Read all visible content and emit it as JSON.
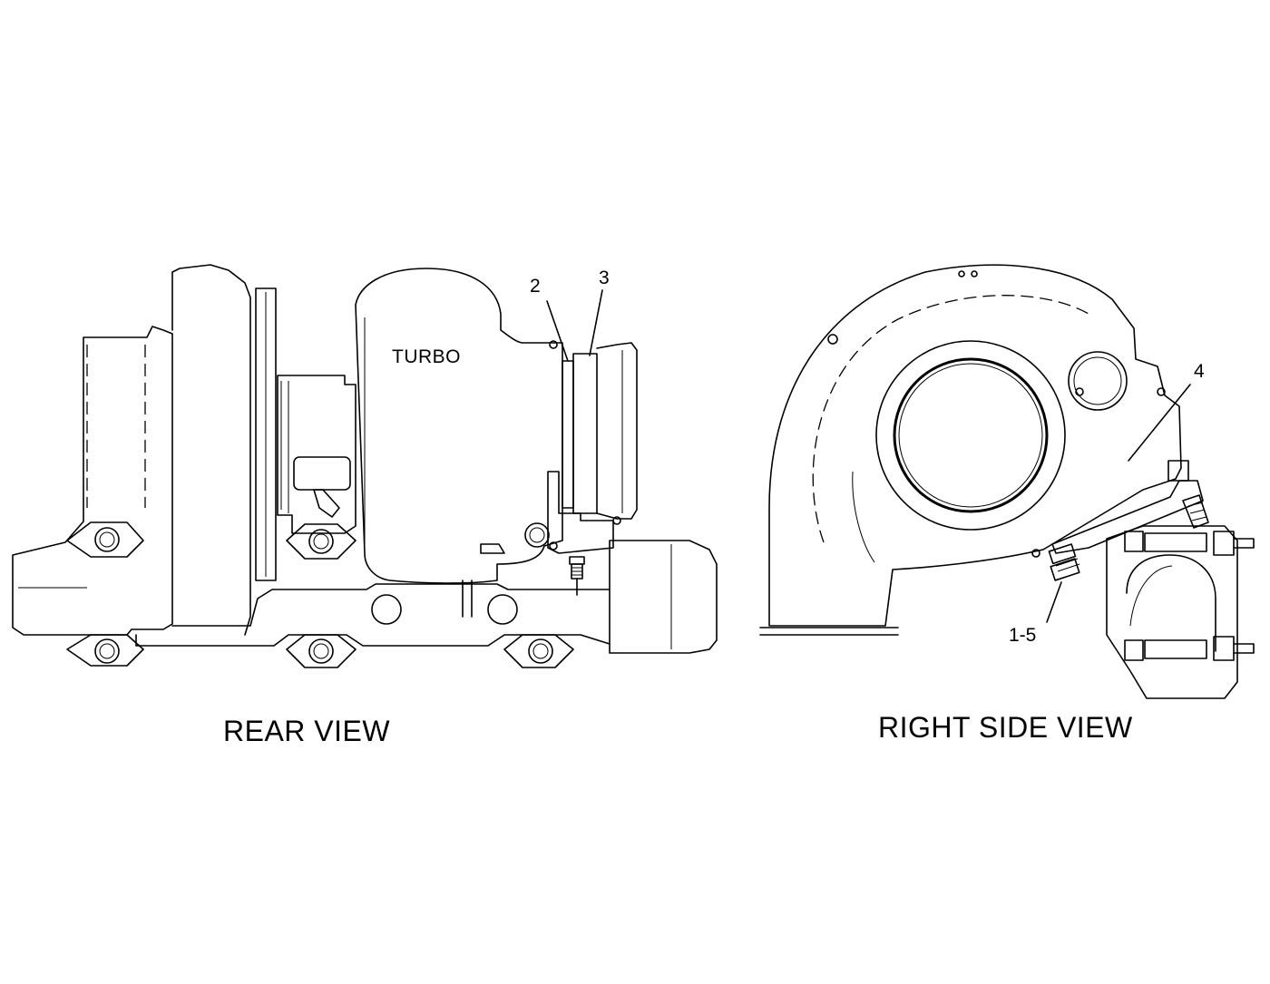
{
  "views": {
    "rear": {
      "title": "REAR VIEW",
      "part_text": "TURBO",
      "callouts": [
        "2",
        "3"
      ]
    },
    "right": {
      "title": "RIGHT SIDE VIEW",
      "callouts": [
        "4",
        "1-5"
      ]
    }
  }
}
